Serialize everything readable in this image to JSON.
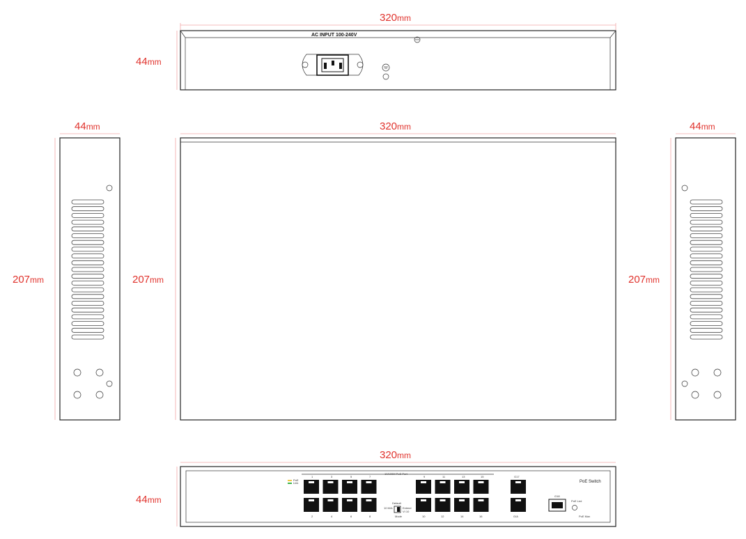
{
  "dimensions": {
    "rear_width": "320",
    "rear_height": "44",
    "top_width": "320",
    "top_depth": "207",
    "left_width": "44",
    "left_depth": "207",
    "right_width": "44",
    "right_depth": "207",
    "front_width": "320",
    "front_height": "44",
    "unit": "mm"
  },
  "rear_panel": {
    "power_label": "AC INPUT 100-240V"
  },
  "front_panel": {
    "brand_label": "PoE Switch",
    "header_label": "10/100M PoE Port",
    "top_port_numbers": [
      "1",
      "3",
      "5",
      "7",
      "9",
      "11",
      "13",
      "15"
    ],
    "bottom_port_numbers": [
      "2",
      "4",
      "6",
      "8",
      "10",
      "12",
      "14",
      "16"
    ],
    "uplink_label": "G17",
    "sfp_label": "G18",
    "poe_led_label": "PoE Led",
    "legend_poe": "PoE",
    "legend_link": "Link",
    "mode_default": "Default",
    "mode_extend": "Extend",
    "mode_label": "Mode",
    "mode_left_small": "10 M/A",
    "mode_right_small": "VI 10",
    "uplink_bottom_label": "G/A",
    "poe_max_label": "PoE Max"
  },
  "colors": {
    "dimension": "#e0322c",
    "dimension_line": "#f2a6a6",
    "outline": "#222222",
    "port": "#111111",
    "led_poe": "#f2c744",
    "led_link": "#3bb34a"
  }
}
